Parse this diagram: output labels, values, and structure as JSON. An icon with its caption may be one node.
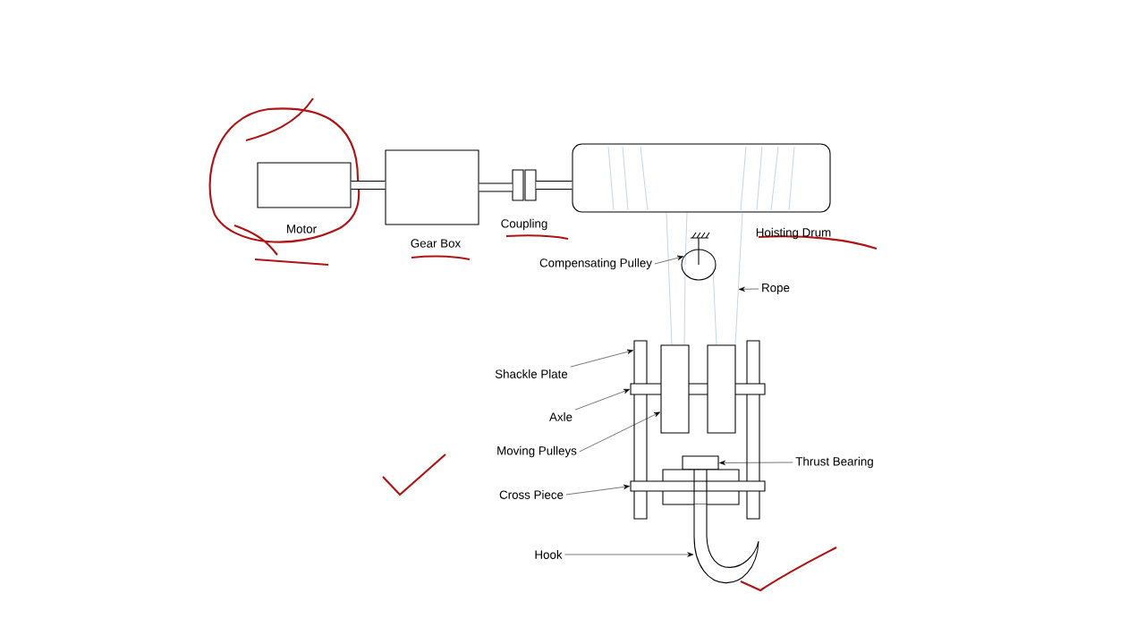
{
  "diagram": {
    "nodes": [
      {
        "text": [
          "Motor"
        ]
      },
      {
        "text": [
          "Gear Box"
        ]
      },
      {
        "text": [
          "Coupling"
        ]
      },
      {
        "text": [
          "Hoisting Drum"
        ]
      },
      {
        "text": [
          "Compensating Pulley"
        ]
      },
      {
        "text": [
          "Rope"
        ]
      },
      {
        "text": [
          "Shackle Plate"
        ]
      },
      {
        "text": [
          "Axle"
        ]
      },
      {
        "text": [
          "Moving Pulleys"
        ]
      },
      {
        "text": [
          "Thrust Bearing"
        ]
      },
      {
        "text": [
          "Cross Piece"
        ]
      },
      {
        "text": [
          "Hook"
        ]
      },
      {
        "text": [],
        "shape": "circle"
      },
      {
        "text": [],
        "shape": "line"
      },
      {
        "text": [],
        "shape": "bar"
      },
      {
        "text": [],
        "shape": "bar"
      },
      {
        "text": [],
        "shape": "bar"
      },
      {
        "text": [],
        "shape": "box"
      },
      {
        "text": [],
        "shape": "box"
      },
      {
        "text": [],
        "shape": "box"
      },
      {
        "text": [],
        "shape": "bar"
      },
      {
        "text": [],
        "shape": "hook"
      }
    ],
    "edges": [
      {
        "from": 4,
        "to": 12,
        "arrow": "to"
      },
      {
        "from": 5,
        "to": 13,
        "arrow": "to"
      },
      {
        "from": 6,
        "to": 14,
        "arrow": "to"
      },
      {
        "from": 7,
        "to": 16,
        "arrow": "to"
      },
      {
        "from": 8,
        "to": 17,
        "arrow": "to"
      },
      {
        "from": 9,
        "to": 19,
        "arrow": "to"
      },
      {
        "from": 10,
        "to": 20,
        "arrow": "to"
      },
      {
        "from": 11,
        "to": 21,
        "arrow": "to"
      },
      {
        "from": 0,
        "to": 1,
        "arrow": "none",
        "style": "thick"
      },
      {
        "from": 1,
        "to": 2,
        "arrow": "none",
        "style": "thick"
      },
      {
        "from": 2,
        "to": 3,
        "arrow": "none",
        "style": "thick"
      }
    ]
  }
}
